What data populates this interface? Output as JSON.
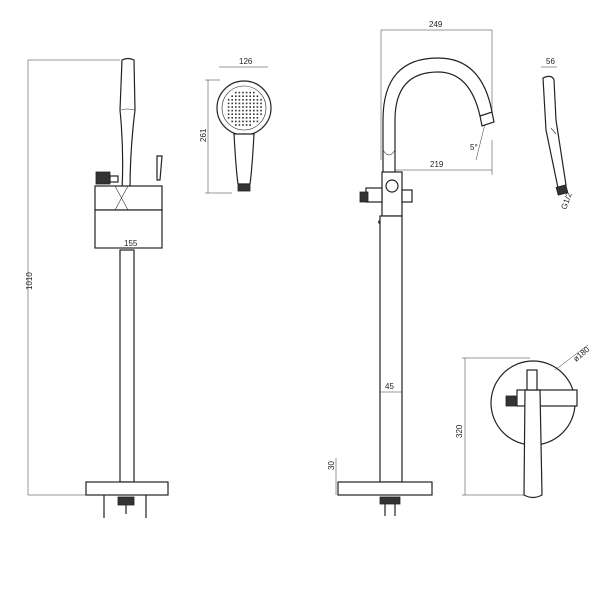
{
  "dimensions": {
    "total_height": "1010",
    "base_width": "155",
    "handshower_width": "126",
    "handshower_height": "261",
    "spout_reach": "249",
    "spout_inner": "219",
    "spout_angle": "5°",
    "side_width": "56",
    "thread": "G1/2",
    "tube_diameter": "45",
    "base_height": "30",
    "top_height": "320",
    "top_diameter": "ø180"
  },
  "colors": {
    "stroke": "#222222",
    "background": "#ffffff"
  }
}
